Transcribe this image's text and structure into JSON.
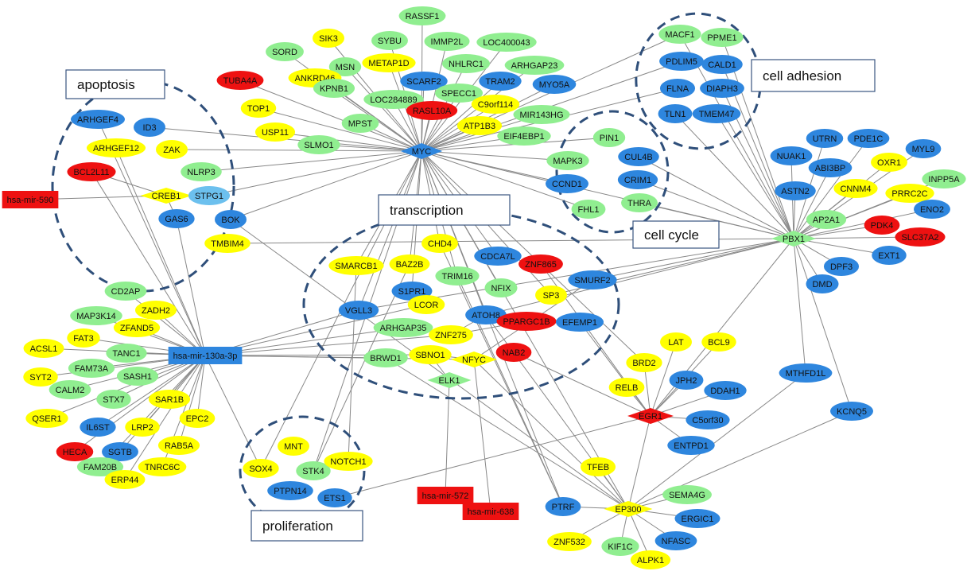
{
  "colors": {
    "blue": "#2e86de",
    "green": "#90ee90",
    "yellow": "#ffff00",
    "red": "#ee1111",
    "lightblue": "#6cc0ee",
    "edge": "#888888",
    "circle": "#2f4f7a",
    "box_border": "#3a5580"
  },
  "groups": [
    {
      "id": "g_apoptosis",
      "label": "apoptosis"
    },
    {
      "id": "g_celladhesion",
      "label": "cell adhesion"
    },
    {
      "id": "g_transcription",
      "label": "transcription"
    },
    {
      "id": "g_cellcycle",
      "label": "cell cycle"
    },
    {
      "id": "g_proliferation",
      "label": "proliferation"
    }
  ],
  "nodes": [
    {
      "id": "MYC",
      "label": "MYC",
      "color": "blue",
      "shape": "diamond"
    },
    {
      "id": "PBX1",
      "label": "PBX1",
      "color": "green",
      "shape": "diamond"
    },
    {
      "id": "EP300",
      "label": "EP300",
      "color": "yellow",
      "shape": "diamond"
    },
    {
      "id": "EGR1",
      "label": "EGR1",
      "color": "red",
      "shape": "diamond"
    },
    {
      "id": "ELK1",
      "label": "ELK1",
      "color": "green",
      "shape": "diamond"
    },
    {
      "id": "NFYC",
      "label": "NFYC",
      "color": "yellow",
      "shape": "diamond"
    },
    {
      "id": "CREB1",
      "label": "CREB1",
      "color": "yellow",
      "shape": "diamond"
    },
    {
      "id": "MIR130A",
      "label": "hsa-mir-130a-3p",
      "color": "blue",
      "shape": "rect"
    },
    {
      "id": "MIR590",
      "label": "hsa-mir-590",
      "color": "red",
      "shape": "rect"
    },
    {
      "id": "MIR572",
      "label": "hsa-mir-572",
      "color": "red",
      "shape": "rect"
    },
    {
      "id": "MIR638",
      "label": "hsa-mir-638",
      "color": "red",
      "shape": "rect"
    },
    {
      "id": "RASSF1",
      "label": "RASSF1",
      "color": "green"
    },
    {
      "id": "SIK3",
      "label": "SIK3",
      "color": "yellow"
    },
    {
      "id": "SYBU",
      "label": "SYBU",
      "color": "green"
    },
    {
      "id": "IMMP2L",
      "label": "IMMP2L",
      "color": "green"
    },
    {
      "id": "LOC400043",
      "label": "LOC400043",
      "color": "green"
    },
    {
      "id": "SORD",
      "label": "SORD",
      "color": "green"
    },
    {
      "id": "METAP1D",
      "label": "METAP1D",
      "color": "yellow"
    },
    {
      "id": "NHLRC1",
      "label": "NHLRC1",
      "color": "green"
    },
    {
      "id": "ARHGAP23",
      "label": "ARHGAP23",
      "color": "green"
    },
    {
      "id": "MSN",
      "label": "MSN",
      "color": "green"
    },
    {
      "id": "ANKRD46",
      "label": "ANKRD46",
      "color": "yellow"
    },
    {
      "id": "TUBA4A",
      "label": "TUBA4A",
      "color": "red"
    },
    {
      "id": "SCARF2",
      "label": "SCARF2",
      "color": "blue"
    },
    {
      "id": "TRAM2",
      "label": "TRAM2",
      "color": "blue"
    },
    {
      "id": "MYO5A",
      "label": "MYO5A",
      "color": "blue"
    },
    {
      "id": "KPNB1",
      "label": "KPNB1",
      "color": "green"
    },
    {
      "id": "LOC284889",
      "label": "LOC284889",
      "color": "green"
    },
    {
      "id": "SPECC1",
      "label": "SPECC1",
      "color": "green"
    },
    {
      "id": "RASL10A",
      "label": "RASL10A",
      "color": "red"
    },
    {
      "id": "C9orf114",
      "label": "C9orf114",
      "color": "yellow"
    },
    {
      "id": "MIR143HG",
      "label": "MIR143HG",
      "color": "green"
    },
    {
      "id": "TOP1",
      "label": "TOP1",
      "color": "yellow"
    },
    {
      "id": "MPST",
      "label": "MPST",
      "color": "green"
    },
    {
      "id": "ATP1B3",
      "label": "ATP1B3",
      "color": "yellow"
    },
    {
      "id": "USP11",
      "label": "USP11",
      "color": "yellow"
    },
    {
      "id": "SLMO1",
      "label": "SLMO1",
      "color": "green"
    },
    {
      "id": "EIF4EBP1",
      "label": "EIF4EBP1",
      "color": "green"
    },
    {
      "id": "MACF1",
      "label": "MACF1",
      "color": "green"
    },
    {
      "id": "PPME1",
      "label": "PPME1",
      "color": "green"
    },
    {
      "id": "PDLIM5",
      "label": "PDLIM5",
      "color": "blue"
    },
    {
      "id": "CALD1",
      "label": "CALD1",
      "color": "blue"
    },
    {
      "id": "FLNA",
      "label": "FLNA",
      "color": "blue"
    },
    {
      "id": "DIAPH3",
      "label": "DIAPH3",
      "color": "blue"
    },
    {
      "id": "TLN1",
      "label": "TLN1",
      "color": "blue"
    },
    {
      "id": "TMEM47",
      "label": "TMEM47",
      "color": "blue"
    },
    {
      "id": "ARHGEF4",
      "label": "ARHGEF4",
      "color": "blue"
    },
    {
      "id": "ID3",
      "label": "ID3",
      "color": "blue"
    },
    {
      "id": "ARHGEF12",
      "label": "ARHGEF12",
      "color": "yellow"
    },
    {
      "id": "ZAK",
      "label": "ZAK",
      "color": "yellow"
    },
    {
      "id": "BCL2L11",
      "label": "BCL2L11",
      "color": "red"
    },
    {
      "id": "NLRP3",
      "label": "NLRP3",
      "color": "green"
    },
    {
      "id": "STPG1",
      "label": "STPG1",
      "color": "lightblue"
    },
    {
      "id": "GAS6",
      "label": "GAS6",
      "color": "blue"
    },
    {
      "id": "BOK",
      "label": "BOK",
      "color": "blue"
    },
    {
      "id": "TMBIM4",
      "label": "TMBIM4",
      "color": "yellow"
    },
    {
      "id": "PIN1",
      "label": "PIN1",
      "color": "green"
    },
    {
      "id": "CUL4B",
      "label": "CUL4B",
      "color": "blue"
    },
    {
      "id": "MAPK3",
      "label": "MAPK3",
      "color": "green"
    },
    {
      "id": "CRIM1",
      "label": "CRIM1",
      "color": "blue"
    },
    {
      "id": "CCND1",
      "label": "CCND1",
      "color": "blue"
    },
    {
      "id": "FHL1",
      "label": "FHL1",
      "color": "green"
    },
    {
      "id": "THRA",
      "label": "THRA",
      "color": "green"
    },
    {
      "id": "NUAK1",
      "label": "NUAK1",
      "color": "blue"
    },
    {
      "id": "UTRN",
      "label": "UTRN",
      "color": "blue"
    },
    {
      "id": "PDE1C",
      "label": "PDE1C",
      "color": "blue"
    },
    {
      "id": "MYL9",
      "label": "MYL9",
      "color": "blue"
    },
    {
      "id": "ABI3BP",
      "label": "ABI3BP",
      "color": "blue"
    },
    {
      "id": "OXR1",
      "label": "OXR1",
      "color": "yellow"
    },
    {
      "id": "INPP5A",
      "label": "INPP5A",
      "color": "green"
    },
    {
      "id": "ASTN2",
      "label": "ASTN2",
      "color": "blue"
    },
    {
      "id": "CNNM4",
      "label": "CNNM4",
      "color": "yellow"
    },
    {
      "id": "PRRC2C",
      "label": "PRRC2C",
      "color": "yellow"
    },
    {
      "id": "AP2A1",
      "label": "AP2A1",
      "color": "green"
    },
    {
      "id": "ENO2",
      "label": "ENO2",
      "color": "blue"
    },
    {
      "id": "PDK4",
      "label": "PDK4",
      "color": "red"
    },
    {
      "id": "SLC37A2",
      "label": "SLC37A2",
      "color": "red"
    },
    {
      "id": "EXT1",
      "label": "EXT1",
      "color": "blue"
    },
    {
      "id": "DPF3",
      "label": "DPF3",
      "color": "blue"
    },
    {
      "id": "DMD",
      "label": "DMD",
      "color": "blue"
    },
    {
      "id": "CHD4",
      "label": "CHD4",
      "color": "yellow"
    },
    {
      "id": "SMARCB1",
      "label": "SMARCB1",
      "color": "yellow"
    },
    {
      "id": "BAZ2B",
      "label": "BAZ2B",
      "color": "yellow"
    },
    {
      "id": "CDCA7L",
      "label": "CDCA7L",
      "color": "blue"
    },
    {
      "id": "ZNF865",
      "label": "ZNF865",
      "color": "red"
    },
    {
      "id": "S1PR1",
      "label": "S1PR1",
      "color": "blue"
    },
    {
      "id": "TRIM16",
      "label": "TRIM16",
      "color": "green"
    },
    {
      "id": "NFIX",
      "label": "NFIX",
      "color": "green"
    },
    {
      "id": "SP3",
      "label": "SP3",
      "color": "yellow"
    },
    {
      "id": "SMURF2",
      "label": "SMURF2",
      "color": "blue"
    },
    {
      "id": "VGLL3",
      "label": "VGLL3",
      "color": "blue"
    },
    {
      "id": "LCOR",
      "label": "LCOR",
      "color": "yellow"
    },
    {
      "id": "ATOH8",
      "label": "ATOH8",
      "color": "blue"
    },
    {
      "id": "PPARGC1B",
      "label": "PPARGC1B",
      "color": "red"
    },
    {
      "id": "EFEMP1",
      "label": "EFEMP1",
      "color": "blue"
    },
    {
      "id": "ARHGAP35",
      "label": "ARHGAP35",
      "color": "green"
    },
    {
      "id": "ZNF275",
      "label": "ZNF275",
      "color": "yellow"
    },
    {
      "id": "BRWD1",
      "label": "BRWD1",
      "color": "green"
    },
    {
      "id": "SBNO1",
      "label": "SBNO1",
      "color": "yellow"
    },
    {
      "id": "NAB2",
      "label": "NAB2",
      "color": "red"
    },
    {
      "id": "CD2AP",
      "label": "CD2AP",
      "color": "green"
    },
    {
      "id": "MAP3K14",
      "label": "MAP3K14",
      "color": "green"
    },
    {
      "id": "ZADH2",
      "label": "ZADH2",
      "color": "yellow"
    },
    {
      "id": "FAT3",
      "label": "FAT3",
      "color": "yellow"
    },
    {
      "id": "ZFAND5",
      "label": "ZFAND5",
      "color": "yellow"
    },
    {
      "id": "ACSL1",
      "label": "ACSL1",
      "color": "yellow"
    },
    {
      "id": "TANC1",
      "label": "TANC1",
      "color": "green"
    },
    {
      "id": "FAM73A",
      "label": "FAM73A",
      "color": "green"
    },
    {
      "id": "SYT2",
      "label": "SYT2",
      "color": "yellow"
    },
    {
      "id": "SASH1",
      "label": "SASH1",
      "color": "green"
    },
    {
      "id": "CALM2",
      "label": "CALM2",
      "color": "green"
    },
    {
      "id": "STX7",
      "label": "STX7",
      "color": "green"
    },
    {
      "id": "SAR1B",
      "label": "SAR1B",
      "color": "yellow"
    },
    {
      "id": "QSER1",
      "label": "QSER1",
      "color": "yellow"
    },
    {
      "id": "IL6ST",
      "label": "IL6ST",
      "color": "blue"
    },
    {
      "id": "LRP2",
      "label": "LRP2",
      "color": "yellow"
    },
    {
      "id": "EPC2",
      "label": "EPC2",
      "color": "yellow"
    },
    {
      "id": "HECA",
      "label": "HECA",
      "color": "red"
    },
    {
      "id": "SGTB",
      "label": "SGTB",
      "color": "blue"
    },
    {
      "id": "RAB5A",
      "label": "RAB5A",
      "color": "yellow"
    },
    {
      "id": "FAM20B",
      "label": "FAM20B",
      "color": "green"
    },
    {
      "id": "TNRC6C",
      "label": "TNRC6C",
      "color": "yellow"
    },
    {
      "id": "ERP44",
      "label": "ERP44",
      "color": "yellow"
    },
    {
      "id": "MNT",
      "label": "MNT",
      "color": "yellow"
    },
    {
      "id": "SOX4",
      "label": "SOX4",
      "color": "yellow"
    },
    {
      "id": "STK4",
      "label": "STK4",
      "color": "green"
    },
    {
      "id": "NOTCH1",
      "label": "NOTCH1",
      "color": "yellow"
    },
    {
      "id": "PTPN14",
      "label": "PTPN14",
      "color": "blue"
    },
    {
      "id": "ETS1",
      "label": "ETS1",
      "color": "blue"
    },
    {
      "id": "LAT",
      "label": "LAT",
      "color": "yellow"
    },
    {
      "id": "BCL9",
      "label": "BCL9",
      "color": "yellow"
    },
    {
      "id": "BRD2",
      "label": "BRD2",
      "color": "yellow"
    },
    {
      "id": "JPH2",
      "label": "JPH2",
      "color": "blue"
    },
    {
      "id": "RELB",
      "label": "RELB",
      "color": "yellow"
    },
    {
      "id": "DDAH1",
      "label": "DDAH1",
      "color": "blue"
    },
    {
      "id": "C5orf30",
      "label": "C5orf30",
      "color": "blue"
    },
    {
      "id": "ENTPD1",
      "label": "ENTPD1",
      "color": "blue"
    },
    {
      "id": "MTHFD1L",
      "label": "MTHFD1L",
      "color": "blue"
    },
    {
      "id": "KCNQ5",
      "label": "KCNQ5",
      "color": "blue"
    },
    {
      "id": "TFEB",
      "label": "TFEB",
      "color": "yellow"
    },
    {
      "id": "SEMA4G",
      "label": "SEMA4G",
      "color": "green"
    },
    {
      "id": "PTRF",
      "label": "PTRF",
      "color": "blue"
    },
    {
      "id": "ERGIC1",
      "label": "ERGIC1",
      "color": "blue"
    },
    {
      "id": "ZNF532",
      "label": "ZNF532",
      "color": "yellow"
    },
    {
      "id": "KIF1C",
      "label": "KIF1C",
      "color": "green"
    },
    {
      "id": "NFASC",
      "label": "NFASC",
      "color": "blue"
    },
    {
      "id": "ALPK1",
      "label": "ALPK1",
      "color": "yellow"
    }
  ],
  "edges": [
    [
      "MYC",
      "RASSF1"
    ],
    [
      "MYC",
      "SIK3"
    ],
    [
      "MYC",
      "SYBU"
    ],
    [
      "MYC",
      "IMMP2L"
    ],
    [
      "MYC",
      "LOC400043"
    ],
    [
      "MYC",
      "SORD"
    ],
    [
      "MYC",
      "METAP1D"
    ],
    [
      "MYC",
      "NHLRC1"
    ],
    [
      "MYC",
      "ARHGAP23"
    ],
    [
      "MYC",
      "MSN"
    ],
    [
      "MYC",
      "ANKRD46"
    ],
    [
      "MYC",
      "TUBA4A"
    ],
    [
      "MYC",
      "SCARF2"
    ],
    [
      "MYC",
      "TRAM2"
    ],
    [
      "MYC",
      "MYO5A"
    ],
    [
      "MYC",
      "KPNB1"
    ],
    [
      "MYC",
      "LOC284889"
    ],
    [
      "MYC",
      "SPECC1"
    ],
    [
      "MYC",
      "RASL10A"
    ],
    [
      "MYC",
      "C9orf114"
    ],
    [
      "MYC",
      "MIR143HG"
    ],
    [
      "MYC",
      "TOP1"
    ],
    [
      "MYC",
      "MPST"
    ],
    [
      "MYC",
      "ATP1B3"
    ],
    [
      "MYC",
      "USP11"
    ],
    [
      "MYC",
      "SLMO1"
    ],
    [
      "MYC",
      "EIF4EBP1"
    ],
    [
      "MYC",
      "MACF1"
    ],
    [
      "MYC",
      "PDLIM5"
    ],
    [
      "MYC",
      "FLNA"
    ],
    [
      "MYC",
      "ID3"
    ],
    [
      "MYC",
      "ZAK"
    ],
    [
      "MYC",
      "NLRP3"
    ],
    [
      "MYC",
      "STPG1"
    ],
    [
      "MYC",
      "BOK"
    ],
    [
      "MYC",
      "PIN1"
    ],
    [
      "MYC",
      "MAPK3"
    ],
    [
      "MYC",
      "CCND1"
    ],
    [
      "MYC",
      "FHL1"
    ],
    [
      "MYC",
      "PBX1"
    ],
    [
      "MYC",
      "CHD4"
    ],
    [
      "MYC",
      "BAZ2B"
    ],
    [
      "MYC",
      "CDCA7L"
    ],
    [
      "MYC",
      "ZNF865"
    ],
    [
      "MYC",
      "SP3"
    ],
    [
      "MYC",
      "TRIM16"
    ],
    [
      "MYC",
      "NFIX"
    ],
    [
      "MYC",
      "VGLL3"
    ],
    [
      "MYC",
      "S1PR1"
    ],
    [
      "MYC",
      "SMARCB1"
    ],
    [
      "MYC",
      "ATOH8"
    ],
    [
      "MYC",
      "EP300"
    ],
    [
      "MYC",
      "PTRF"
    ],
    [
      "MYC",
      "SOX4"
    ],
    [
      "MYC",
      "STK4"
    ],
    [
      "PBX1",
      "MACF1"
    ],
    [
      "PBX1",
      "PPME1"
    ],
    [
      "PBX1",
      "CALD1"
    ],
    [
      "PBX1",
      "DIAPH3"
    ],
    [
      "PBX1",
      "TMEM47"
    ],
    [
      "PBX1",
      "TLN1"
    ],
    [
      "PBX1",
      "CUL4B"
    ],
    [
      "PBX1",
      "CRIM1"
    ],
    [
      "PBX1",
      "THRA"
    ],
    [
      "PBX1",
      "NUAK1"
    ],
    [
      "PBX1",
      "UTRN"
    ],
    [
      "PBX1",
      "PDE1C"
    ],
    [
      "PBX1",
      "MYL9"
    ],
    [
      "PBX1",
      "ABI3BP"
    ],
    [
      "PBX1",
      "OXR1"
    ],
    [
      "PBX1",
      "INPP5A"
    ],
    [
      "PBX1",
      "ASTN2"
    ],
    [
      "PBX1",
      "CNNM4"
    ],
    [
      "PBX1",
      "PRRC2C"
    ],
    [
      "PBX1",
      "AP2A1"
    ],
    [
      "PBX1",
      "ENO2"
    ],
    [
      "PBX1",
      "PDK4"
    ],
    [
      "PBX1",
      "SLC37A2"
    ],
    [
      "PBX1",
      "EXT1"
    ],
    [
      "PBX1",
      "DPF3"
    ],
    [
      "PBX1",
      "DMD"
    ],
    [
      "PBX1",
      "MTHFD1L"
    ],
    [
      "PBX1",
      "KCNQ5"
    ],
    [
      "PBX1",
      "SMURF2"
    ],
    [
      "PBX1",
      "TMBIM4"
    ],
    [
      "PBX1",
      "EGR1"
    ],
    [
      "PBX1",
      "ATOH8"
    ],
    [
      "PBX1",
      "SP3"
    ],
    [
      "PBX1",
      "VGLL3"
    ],
    [
      "MIR130A",
      "CD2AP"
    ],
    [
      "MIR130A",
      "MAP3K14"
    ],
    [
      "MIR130A",
      "ZADH2"
    ],
    [
      "MIR130A",
      "FAT3"
    ],
    [
      "MIR130A",
      "ZFAND5"
    ],
    [
      "MIR130A",
      "ACSL1"
    ],
    [
      "MIR130A",
      "TANC1"
    ],
    [
      "MIR130A",
      "FAM73A"
    ],
    [
      "MIR130A",
      "SYT2"
    ],
    [
      "MIR130A",
      "SASH1"
    ],
    [
      "MIR130A",
      "CALM2"
    ],
    [
      "MIR130A",
      "STX7"
    ],
    [
      "MIR130A",
      "SAR1B"
    ],
    [
      "MIR130A",
      "QSER1"
    ],
    [
      "MIR130A",
      "IL6ST"
    ],
    [
      "MIR130A",
      "LRP2"
    ],
    [
      "MIR130A",
      "EPC2"
    ],
    [
      "MIR130A",
      "HECA"
    ],
    [
      "MIR130A",
      "SGTB"
    ],
    [
      "MIR130A",
      "RAB5A"
    ],
    [
      "MIR130A",
      "FAM20B"
    ],
    [
      "MIR130A",
      "TNRC6C"
    ],
    [
      "MIR130A",
      "ERP44"
    ],
    [
      "MIR130A",
      "ARHGEF4"
    ],
    [
      "MIR130A",
      "ARHGEF12"
    ],
    [
      "MIR130A",
      "BCL2L11"
    ],
    [
      "MIR130A",
      "GAS6"
    ],
    [
      "MIR130A",
      "VGLL3"
    ],
    [
      "MIR130A",
      "ZNF275"
    ],
    [
      "MIR130A",
      "BRWD1"
    ],
    [
      "MIR130A",
      "NFYC"
    ],
    [
      "MIR130A",
      "SOX4"
    ],
    [
      "MIR130A",
      "LCOR"
    ],
    [
      "MIR130A",
      "ARHGAP35"
    ],
    [
      "MIR130A",
      "SBNO1"
    ],
    [
      "MIR590",
      "CREB1"
    ],
    [
      "MIR572",
      "ELK1"
    ],
    [
      "MIR638",
      "NFYC"
    ],
    [
      "CREB1",
      "BCL2L11"
    ],
    [
      "CREB1",
      "GAS6"
    ],
    [
      "EP300",
      "TFEB"
    ],
    [
      "EP300",
      "SEMA4G"
    ],
    [
      "EP300",
      "PTRF"
    ],
    [
      "EP300",
      "ERGIC1"
    ],
    [
      "EP300",
      "ZNF532"
    ],
    [
      "EP300",
      "KIF1C"
    ],
    [
      "EP300",
      "NFASC"
    ],
    [
      "EP300",
      "ALPK1"
    ],
    [
      "EP300",
      "BRWD1"
    ],
    [
      "EP300",
      "NFYC"
    ],
    [
      "EP300",
      "MTHFD1L"
    ],
    [
      "EP300",
      "EGR1"
    ],
    [
      "EP300",
      "KCNQ5"
    ],
    [
      "EP300",
      "ATOH8"
    ],
    [
      "EP300",
      "BOK"
    ],
    [
      "EGR1",
      "LAT"
    ],
    [
      "EGR1",
      "BCL9"
    ],
    [
      "EGR1",
      "BRD2"
    ],
    [
      "EGR1",
      "JPH2"
    ],
    [
      "EGR1",
      "RELB"
    ],
    [
      "EGR1",
      "DDAH1"
    ],
    [
      "EGR1",
      "C5orf30"
    ],
    [
      "EGR1",
      "ENTPD1"
    ],
    [
      "EGR1",
      "NAB2"
    ],
    [
      "EGR1",
      "ETS1"
    ],
    [
      "EGR1",
      "EFEMP1"
    ],
    [
      "EGR1",
      "ZNF865"
    ],
    [
      "ELK1",
      "SBNO1"
    ],
    [
      "NFYC",
      "SBNO1"
    ],
    [
      "NFYC",
      "SMURF2"
    ],
    [
      "BRD2",
      "ZNF865"
    ],
    [
      "PTRF",
      "CHD4"
    ],
    [
      "PTRF",
      "TRIM16"
    ],
    [
      "NOTCH1",
      "SMARCB1"
    ],
    [
      "STK4",
      "BAZ2B"
    ],
    [
      "ZNF275",
      "PPARGC1B"
    ],
    [
      "ZNF275",
      "ATOH8"
    ]
  ]
}
